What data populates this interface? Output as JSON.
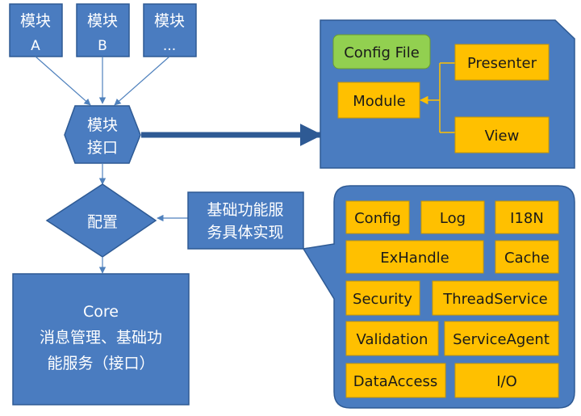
{
  "modules": [
    {
      "line1": "模块",
      "line2": "A"
    },
    {
      "line1": "模块",
      "line2": "B"
    },
    {
      "line1": "模块",
      "line2": "..."
    }
  ],
  "interface": {
    "line1": "模块",
    "line2": "接口"
  },
  "config_node": {
    "label": "配置"
  },
  "impl_note": {
    "line1": "基础功能服",
    "line2": "务具体实现"
  },
  "core": {
    "line1": "Core",
    "line2": "消息管理、基础功",
    "line3": "能服务（接口）"
  },
  "module_detail": {
    "config_file": "Config File",
    "presenter": "Presenter",
    "module": "Module",
    "view": "View"
  },
  "services": {
    "config": "Config",
    "log": "Log",
    "i18n": "I18N",
    "exhandle": "ExHandle",
    "cache": "Cache",
    "security": "Security",
    "threadservice": "ThreadService",
    "validation": "Validation",
    "serviceagent": "ServiceAgent",
    "dataaccess": "DataAccess",
    "io": "I/O"
  },
  "colors": {
    "blue_fill": "#4a7cc0",
    "blue_stroke": "#2e5a94",
    "orange_fill": "#ffc000",
    "green_fill": "#92d050",
    "arrow": "#4f81bd"
  }
}
